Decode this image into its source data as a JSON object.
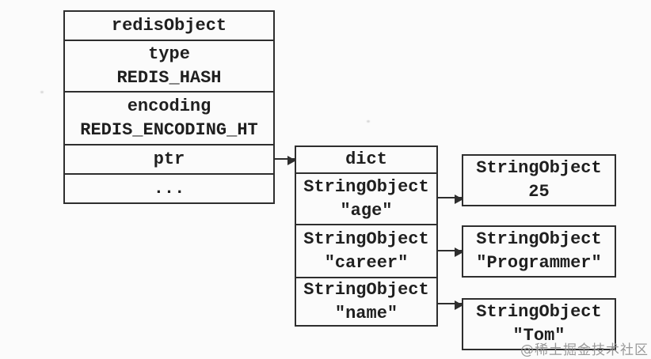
{
  "redis_object": {
    "header": "redisObject",
    "type_label": "type",
    "type_value": "REDIS_HASH",
    "encoding_label": "encoding",
    "encoding_value": "REDIS_ENCODING_HT",
    "ptr_label": "ptr",
    "ellipsis": "..."
  },
  "dict": {
    "header": "dict",
    "entries": [
      {
        "class": "StringObject",
        "key": "\"age\""
      },
      {
        "class": "StringObject",
        "key": "\"career\""
      },
      {
        "class": "StringObject",
        "key": "\"name\""
      }
    ]
  },
  "values": [
    {
      "class": "StringObject",
      "value": "25"
    },
    {
      "class": "StringObject",
      "value": "\"Programmer\""
    },
    {
      "class": "StringObject",
      "value": "\"Tom\""
    }
  ],
  "watermark": "@稀土掘金技术社区",
  "colors": {
    "line": "#2e2e2e",
    "text": "#1f1f1f",
    "background": "#fbfbfb",
    "watermark": "#8e8e8e"
  }
}
